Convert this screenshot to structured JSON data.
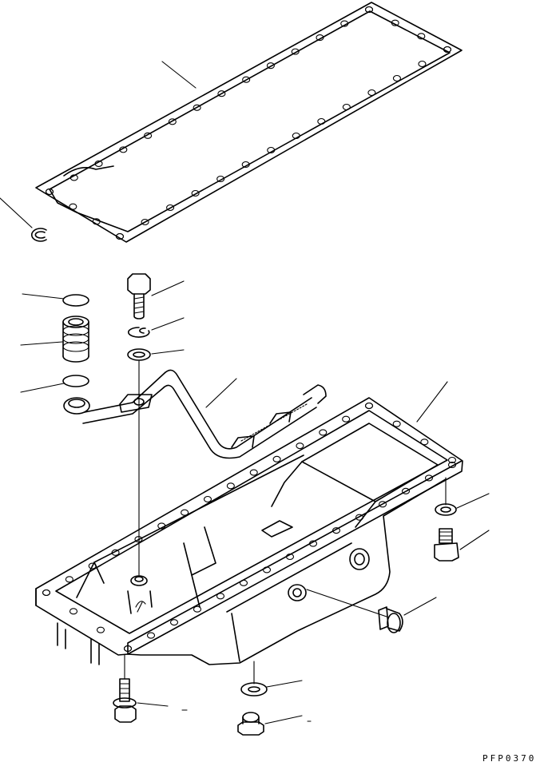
{
  "drawing": {
    "code": "PFP0370",
    "parts": [
      {
        "id": "gasket",
        "label": "oil-pan-gasket"
      },
      {
        "id": "clip",
        "label": "clip"
      },
      {
        "id": "o-ring-upper",
        "label": "o-ring"
      },
      {
        "id": "strainer",
        "label": "strainer"
      },
      {
        "id": "o-ring-lower",
        "label": "o-ring"
      },
      {
        "id": "bolt",
        "label": "bolt"
      },
      {
        "id": "spring-washer",
        "label": "spring-washer"
      },
      {
        "id": "washer",
        "label": "washer"
      },
      {
        "id": "suction-tube",
        "label": "suction-tube"
      },
      {
        "id": "oil-pan",
        "label": "oil-pan"
      },
      {
        "id": "drain-washer",
        "label": "washer"
      },
      {
        "id": "drain-plug",
        "label": "drain-plug"
      },
      {
        "id": "side-plug",
        "label": "plug"
      },
      {
        "id": "stud-bolt",
        "label": "stud-bolt"
      },
      {
        "id": "bottom-washer",
        "label": "washer"
      },
      {
        "id": "bottom-plug",
        "label": "plug"
      }
    ]
  }
}
